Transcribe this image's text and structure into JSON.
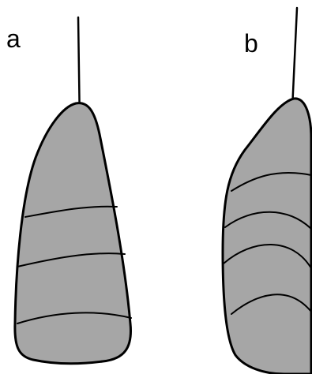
{
  "figure": {
    "panels": [
      {
        "label": "a",
        "fill_color": "#a6a6a6",
        "band_count": 3
      },
      {
        "label": "b",
        "fill_color": "#a6a6a6",
        "band_count": 4
      }
    ],
    "outline_color": "#000000"
  }
}
